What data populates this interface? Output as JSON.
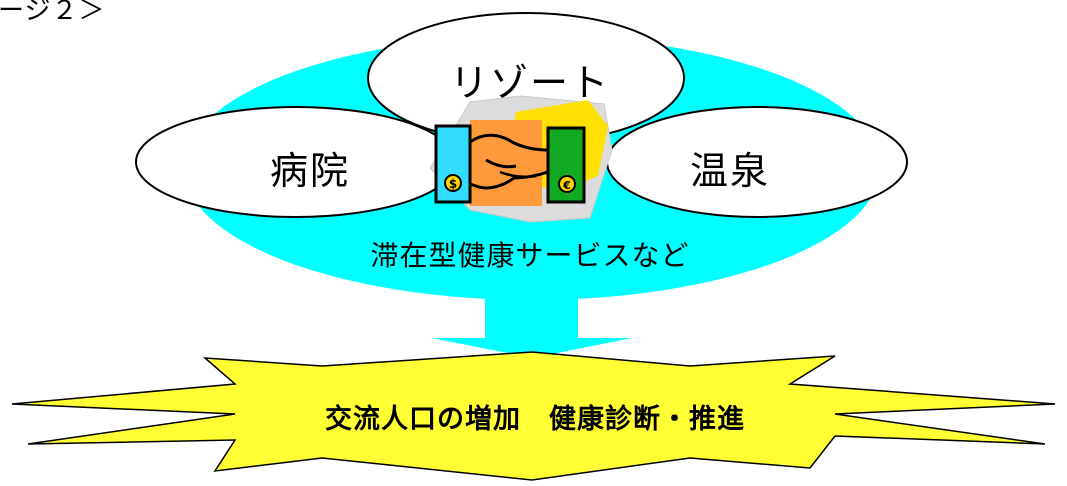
{
  "diagram": {
    "title_fragment": "ージ２＞",
    "nodes": {
      "resort": "リゾート",
      "hospital": "病院",
      "onsen": "温泉"
    },
    "stay_label": "滞在型健康サービスなど",
    "result_label": "交流人口の増加　健康診断・推進"
  },
  "icons": {
    "center": "handshake-money-icon",
    "arrow": "down-arrow-icon",
    "burst": "starburst-icon"
  },
  "colors": {
    "cyan_disc": "#00ffff",
    "burst_yellow": "#ffff33",
    "outline": "#000000",
    "ellipse_fill": "#ffffff"
  }
}
